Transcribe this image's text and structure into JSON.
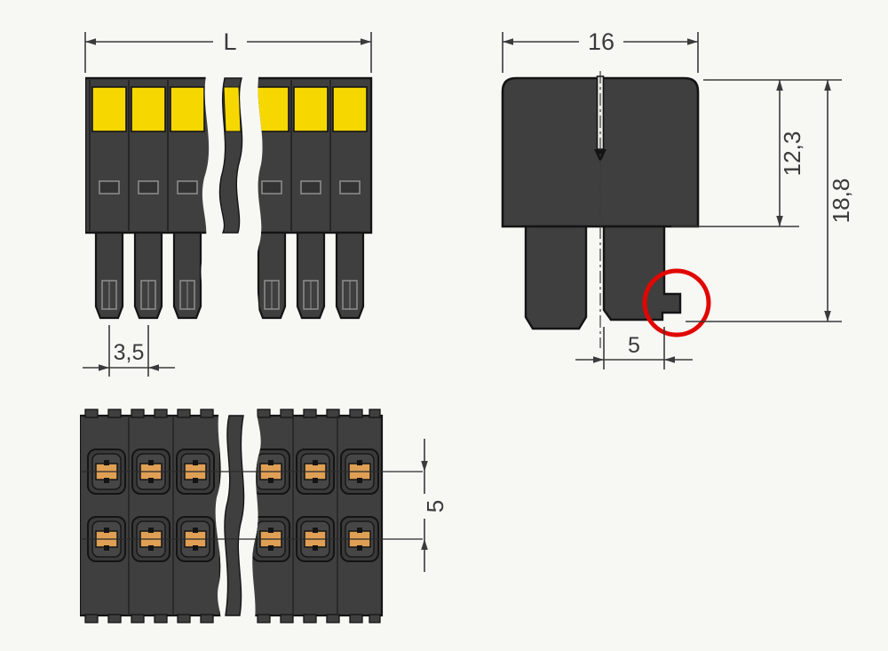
{
  "colors": {
    "background": "#f7f7f4",
    "connector_body": "#3f3f3f",
    "pushbutton_yellow": "#f6d800",
    "contact_orange": "#dfa055",
    "outline_black": "#141414",
    "dimension_line": "#3a3a3a",
    "highlight_red": "#e10600"
  },
  "dimensions": {
    "front_overall_width": "L",
    "front_pole_pitch": "3,5",
    "side_width": "16",
    "side_upper_height": "12,3",
    "side_total_height": "18,8",
    "side_leg_width": "5",
    "top_row_pitch": "5"
  }
}
